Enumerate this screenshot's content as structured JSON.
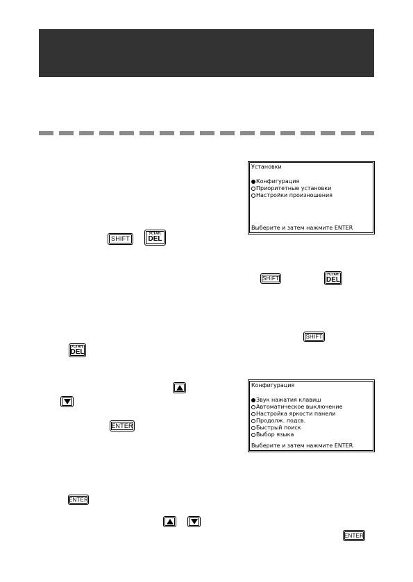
{
  "screen_settings": {
    "title": "Установки",
    "options": [
      {
        "label": "Конфигурация",
        "selected": true
      },
      {
        "label": "Приоритетные установки",
        "selected": false
      },
      {
        "label": "Настройки произношения",
        "selected": false
      }
    ],
    "footer": "Выберите и затем нажмите ENTER"
  },
  "screen_config": {
    "title": "Конфигурация",
    "options": [
      {
        "label": " Звук  нажатия  клавиш",
        "selected": true
      },
      {
        "label": "Автоматическое выключение",
        "selected": false
      },
      {
        "label": "Настройка яркости панели",
        "selected": false
      },
      {
        "label": "Продолж. подсв.",
        "selected": false
      },
      {
        "label": "Быстрый поиск",
        "selected": false
      },
      {
        "label": "Выбор языка",
        "selected": false
      }
    ],
    "footer": "Выберите и затем нажмите ENTER"
  },
  "keys": {
    "shift": "SHIFT",
    "enter": "ENTER",
    "del_top": "УСТАН.",
    "del_main": "DEL"
  }
}
